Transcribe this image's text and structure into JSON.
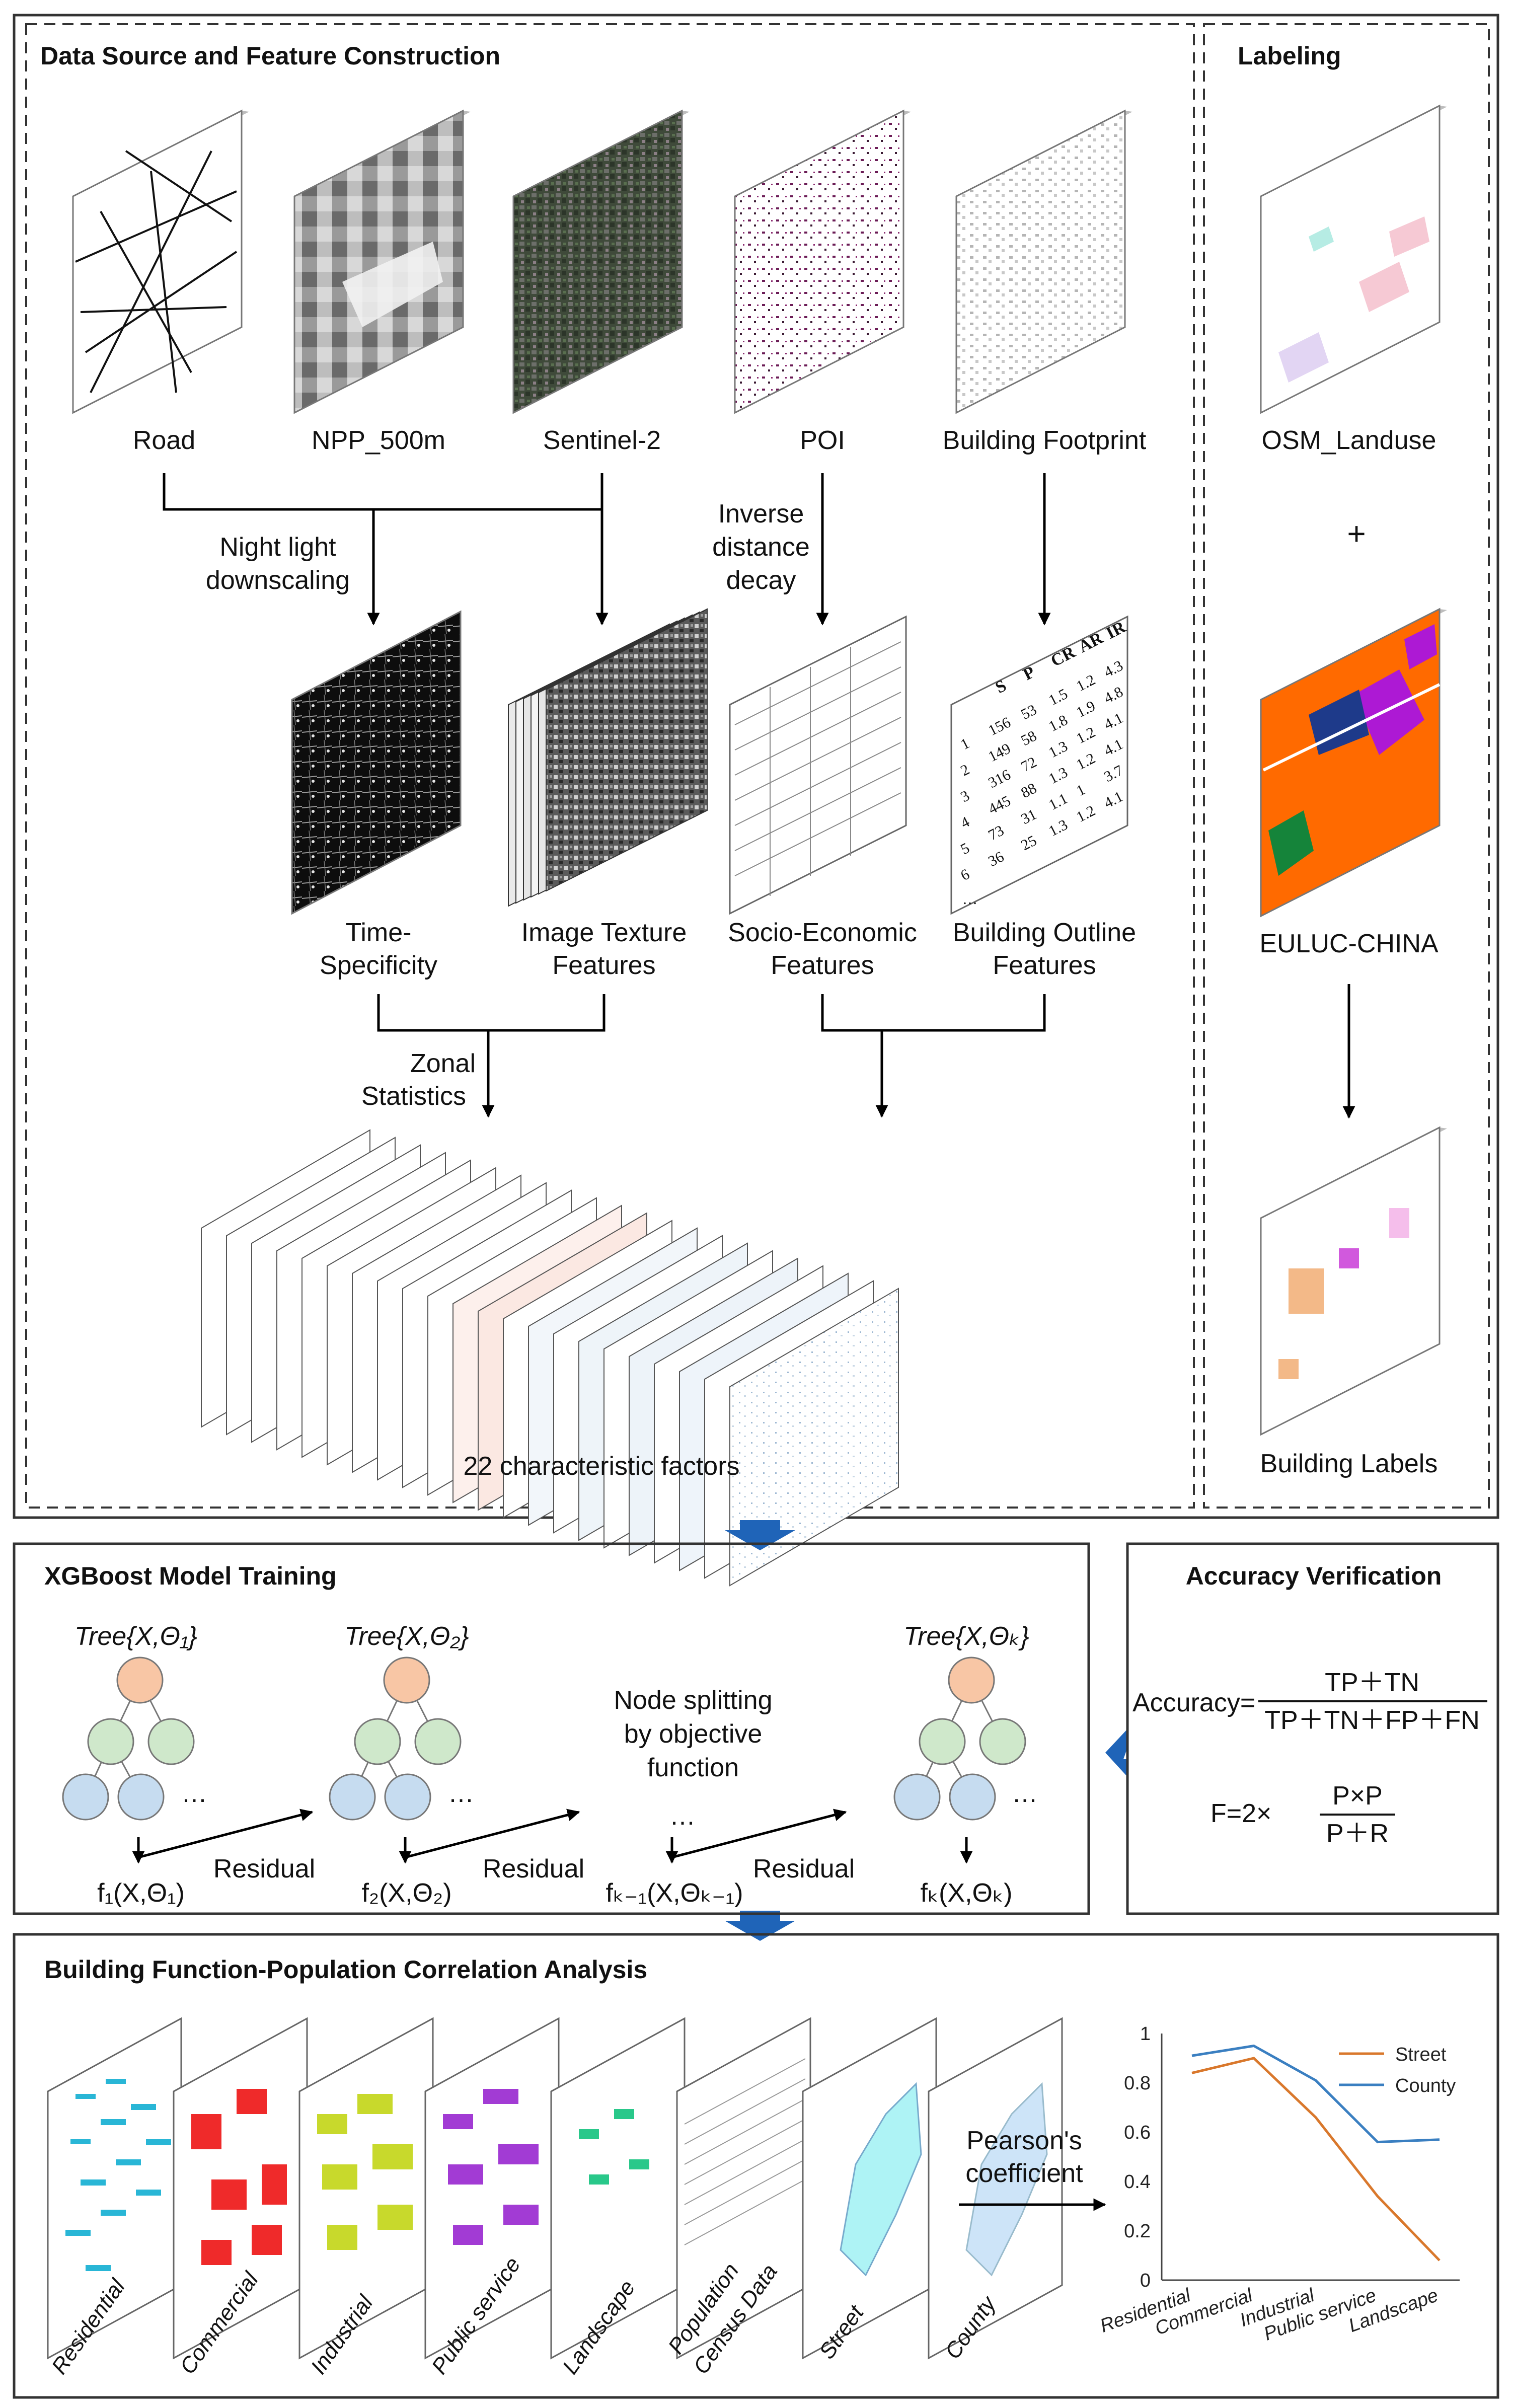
{
  "sections": {
    "data_source": {
      "title": "Data Source and Feature Construction",
      "inputs": [
        "Road",
        "NPP_500m",
        "Sentinel-2",
        "POI",
        "Building Footprint"
      ],
      "arrow_labels": {
        "night_light": [
          "Night light",
          "downscaling"
        ],
        "inverse": [
          "Inverse",
          "distance",
          "decay"
        ],
        "zonal": [
          "Zonal",
          "Statistics"
        ]
      },
      "features": {
        "time": [
          "Time-",
          "Specificity"
        ],
        "texture": [
          "Image Texture",
          "Features"
        ],
        "socio": [
          "Socio-Economic",
          "Features"
        ],
        "outline": [
          "Building Outline",
          "Features"
        ]
      },
      "factors_caption": "22 characteristic factors"
    },
    "labeling": {
      "title": "Labeling",
      "osm": "OSM_Landuse",
      "plus": "+",
      "euluc": "EULUC-CHINA",
      "labels": "Building Labels"
    },
    "xgboost": {
      "title": "XGBoost Model Training",
      "trees": [
        {
          "label": "Tree{X,Θ₁}",
          "output": "f₁(X,Θ₁)"
        },
        {
          "label": "Tree{X,Θ₂}",
          "output": "f₂(X,Θ₂)"
        },
        {
          "label": "",
          "output": "fₖ₋₁(X,Θₖ₋₁)"
        },
        {
          "label": "Tree{X,Θₖ}",
          "output": "fₖ(X,Θₖ)"
        }
      ],
      "residual": "Residual",
      "ellipsis": "…",
      "node_split": [
        "Node splitting",
        "by objective",
        "function"
      ]
    },
    "accuracy": {
      "title": "Accuracy Verification",
      "acc_lhs": "Accuracy=",
      "acc_num": "TP＋TN",
      "acc_den": "TP＋TN＋FP＋FN",
      "f_lhs": "F=2×",
      "f_num": "P×P",
      "f_den": "P＋R"
    },
    "correlation": {
      "title": "Building Function-Population Correlation Analysis",
      "maps": [
        "Residential",
        "Commercial",
        "Industrial",
        "Public service",
        "Landscape",
        "Population",
        "Census Data",
        "Street",
        "County"
      ],
      "pearson": [
        "Pearson's",
        "coefficient"
      ]
    }
  },
  "table": {
    "headers": [
      "S",
      "P",
      "CR",
      "AR",
      "IR"
    ],
    "rows": [
      [
        "1",
        "156",
        "53",
        "1.5",
        "1.2",
        "4.3"
      ],
      [
        "2",
        "149",
        "58",
        "1.8",
        "1.9",
        "4.8"
      ],
      [
        "3",
        "316",
        "72",
        "1.3",
        "1.2",
        "4.1"
      ],
      [
        "4",
        "445",
        "88",
        "1.3",
        "1.2",
        "4.1"
      ],
      [
        "5",
        "73",
        "31",
        "1.1",
        "1",
        "3.7"
      ],
      [
        "6",
        "36",
        "25",
        "1.3",
        "1.2",
        "4.1"
      ]
    ],
    "more": "…"
  },
  "colors": {
    "residential": "#29b6d6",
    "commercial": "#ef2a2a",
    "industrial": "#c8d92c",
    "public_service": "#a23bd4",
    "landscape": "#29c88a",
    "street_line": "#d9782c",
    "county_line": "#3a7fc1",
    "tree_root": "#f8c6a5",
    "tree_mid": "#cfe8cb",
    "tree_leaf": "#c6dcf0",
    "flow_arrow": "#1f64b8"
  },
  "chart_data": {
    "type": "line",
    "categories": [
      "Residential",
      "Commercial",
      "Industrial",
      "Public service",
      "Landscape"
    ],
    "series": [
      {
        "name": "Street",
        "values": [
          0.84,
          0.9,
          0.66,
          0.34,
          0.08
        ]
      },
      {
        "name": "County",
        "values": [
          0.91,
          0.95,
          0.81,
          0.56,
          0.57
        ]
      }
    ],
    "ylim": [
      0,
      1
    ],
    "yticks": [
      "0",
      "0.2",
      "0.4",
      "0.6",
      "0.8",
      "1"
    ],
    "legend": "top-right",
    "grid": false
  }
}
